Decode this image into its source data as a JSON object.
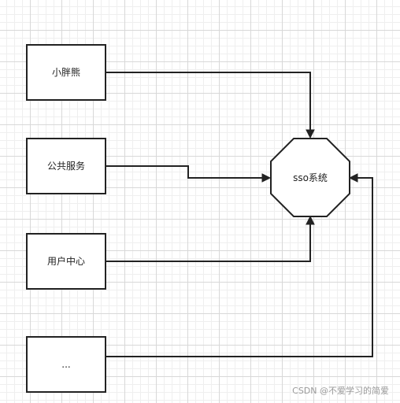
{
  "nodes": {
    "xiaopangxiong": {
      "label": "小胖熊"
    },
    "public_service": {
      "label": "公共服务"
    },
    "user_center": {
      "label": "用户中心"
    },
    "ellipsis": {
      "label": "..."
    },
    "sso": {
      "label": "sso系统"
    }
  },
  "watermark": "CSDN @不爱学习的简爱"
}
